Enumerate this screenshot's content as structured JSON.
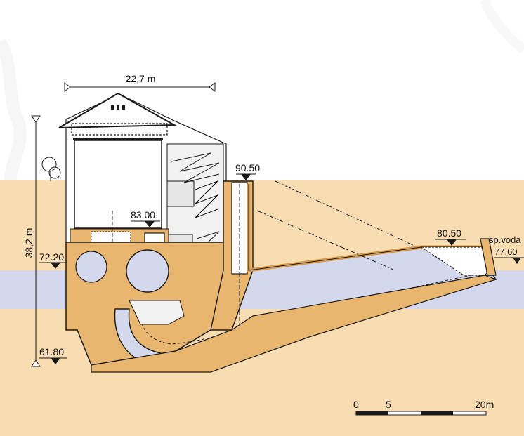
{
  "dimensions": {
    "width_label": "22,7 m",
    "height_label": "38,2 m"
  },
  "elevations": {
    "top_intake": "90.50",
    "machine_floor": "83.00",
    "tailrace_top": "80.50",
    "water_level": "72.20",
    "foundation": "61.80",
    "downstream_label": "sp.voda",
    "downstream_value": "77.60"
  },
  "scale": {
    "labels": [
      "0",
      "5",
      "20m"
    ]
  },
  "colors": {
    "ground": "#f8dcb2",
    "water": "#d3d8ec",
    "concrete": "#e8b66e",
    "concrete_dark": "#d79a48",
    "line": "#1a1a1a",
    "building_shade": "#e6e6e6"
  }
}
